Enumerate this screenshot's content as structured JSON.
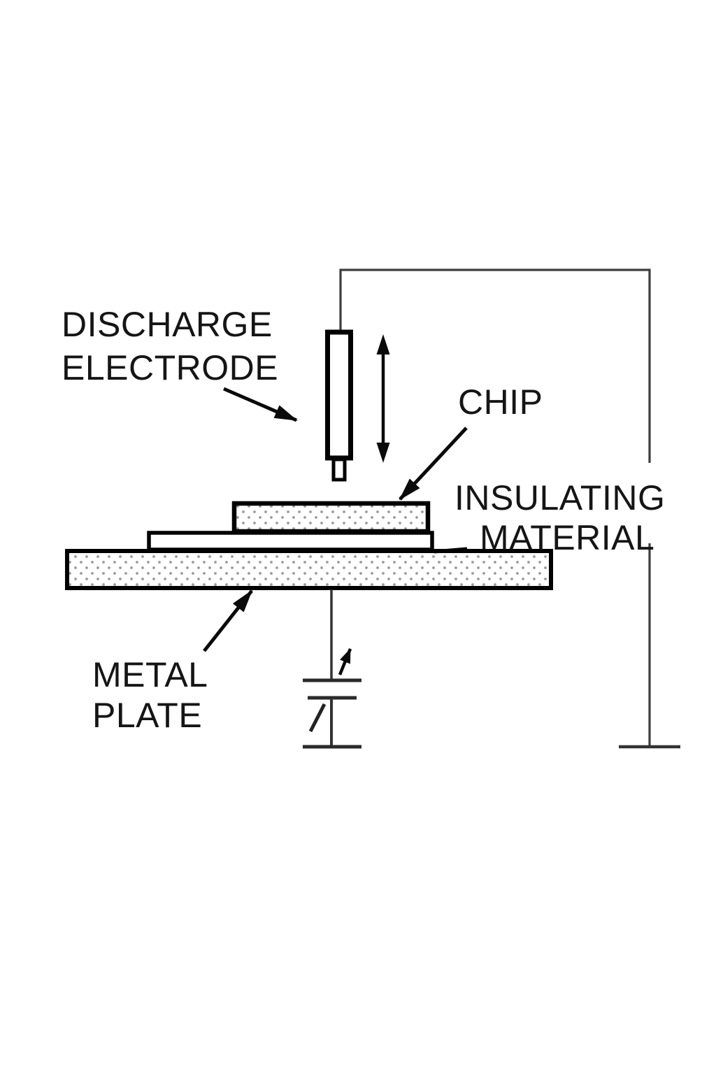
{
  "diagram": {
    "type": "esd-discharge-test-schematic",
    "labels": {
      "discharge_electrode": {
        "line1": "DISCHARGE",
        "line2": "ELECTRODE"
      },
      "chip": {
        "line1": "CHIP"
      },
      "insulating_material": {
        "line1": "INSULATING",
        "line2": "MATERIAL"
      },
      "metal_plate": {
        "line1": "METAL",
        "line2": "PLATE"
      }
    },
    "colors": {
      "background": "#ffffff",
      "ink": "#000000",
      "text": "#151515",
      "wire": "#3d3d3d",
      "dot_fill": "#9a9a9a"
    }
  }
}
